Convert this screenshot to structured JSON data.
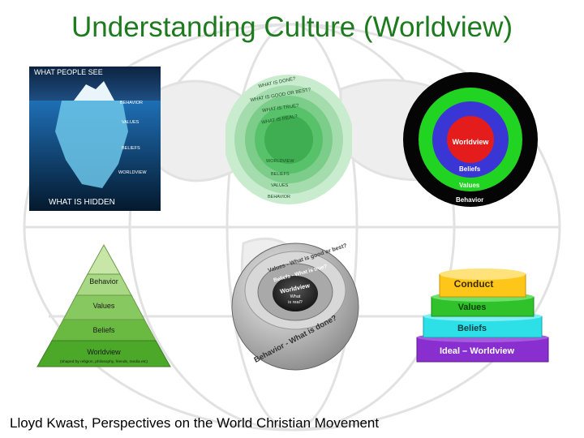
{
  "slide": {
    "title": "Understanding Culture (Worldview)",
    "caption": "Lloyd Kwast, Perspectives on the World Christian Movement"
  },
  "iceberg": {
    "top_label": "WHAT PEOPLE SEE",
    "bottom_label": "WHAT IS HIDDEN",
    "levels": [
      "BEHAVIOR",
      "VALUES",
      "BELIEFS",
      "WORLDVIEW"
    ]
  },
  "green_circles": {
    "rings": [
      "WHAT IS DONE?",
      "WHAT IS GOOD OR BEST?",
      "WHAT IS TRUE?",
      "WHAT IS REAL?"
    ],
    "bottom_labels": [
      "WORLDVIEW",
      "BELIEFS",
      "VALUES",
      "BEHAVIOR"
    ]
  },
  "target": {
    "center": "Worldview",
    "labels": [
      "Beliefs",
      "Values",
      "Behavior"
    ]
  },
  "pyramid": {
    "levels": [
      "Behavior",
      "Values",
      "Beliefs",
      "Worldview"
    ],
    "note": "(shaped by religion, philosophy, friends, media etc)"
  },
  "sphere": {
    "outer": "Values - What is good or best?",
    "middle": "Beliefs - What is true?",
    "core": "Worldview",
    "core_sub1": "What",
    "core_sub2": "is real?",
    "bottom": "Behavior - What is done?"
  },
  "stack": {
    "layers": [
      "Conduct",
      "Values",
      "Beliefs",
      "Ideal – Worldview"
    ]
  },
  "colors": {
    "title": "#1e7a1e",
    "green_dark": "#2e9e3e",
    "green_mid": "#57c26a",
    "green_light": "#a5dcae",
    "target_red": "#e41c1c",
    "target_blue": "#3a36d6",
    "target_green": "#22d422",
    "conduct": "#ffc61a",
    "values": "#2fc22a",
    "beliefs": "#2de0e8",
    "ideal": "#8a2fcf"
  }
}
